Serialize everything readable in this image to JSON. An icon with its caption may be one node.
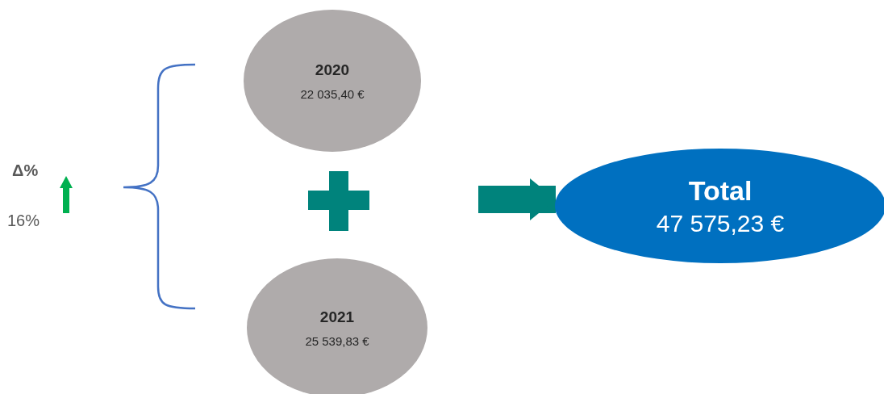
{
  "diagram": {
    "nodes": [
      {
        "text": [
          "2020",
          "22 035,40 €"
        ]
      },
      {
        "text": [
          "2021",
          "25 539,83 €"
        ]
      },
      {
        "text": [
          "Total",
          "47 575,23 €"
        ]
      }
    ],
    "edges": [
      {
        "from": null,
        "to": 2,
        "arrow": "to"
      }
    ],
    "labels": [
      "Δ%",
      "16%"
    ]
  }
}
